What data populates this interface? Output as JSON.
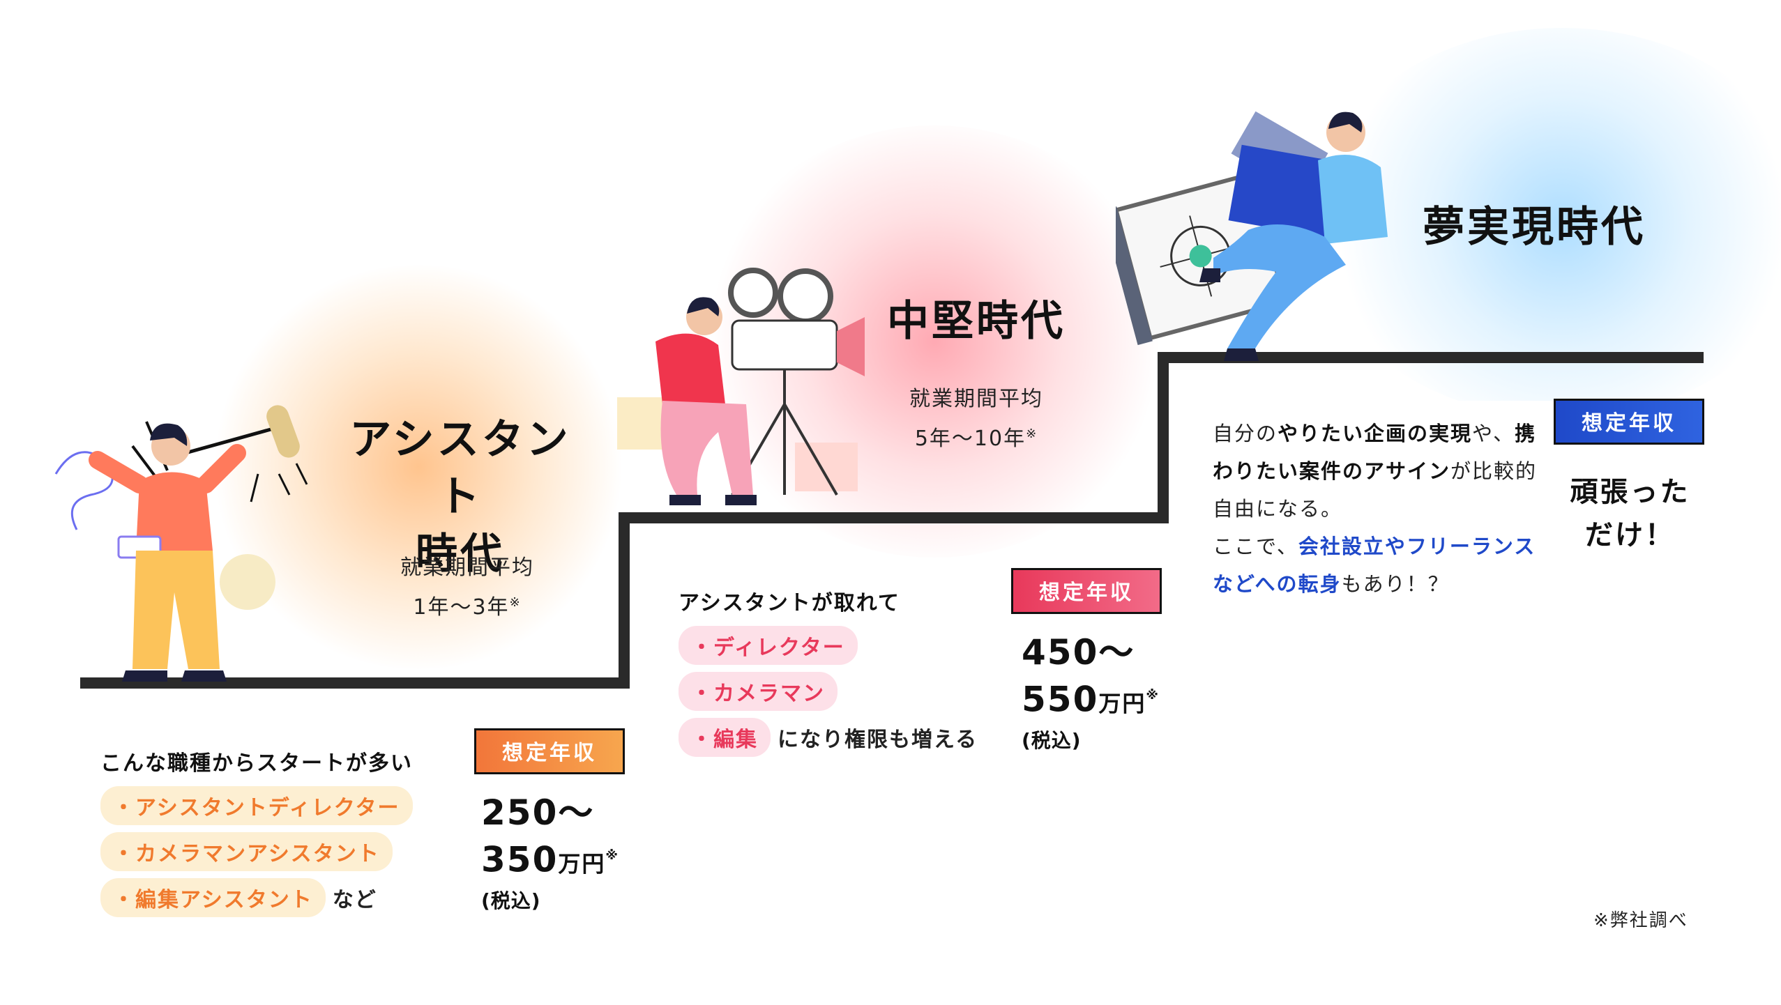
{
  "stages": [
    {
      "title": "アシスタント時代",
      "title_line1": "アシスタント",
      "title_line2": "時代",
      "period_label": "就業期間平均",
      "period_value": "1年〜3年",
      "note_mark": "※",
      "list_heading": "こんな職種からスタートが多い",
      "roles": [
        "・アシスタントディレクター",
        "・カメラマンアシスタント",
        "・編集アシスタント"
      ],
      "roles_suffix": "など",
      "salary_badge": "想定年収",
      "salary_line1": "250〜",
      "salary_line2_num": "350",
      "salary_unit": "万円",
      "salary_tax": "(税込)",
      "accent": "#f07a2d"
    },
    {
      "title": "中堅時代",
      "period_label": "就業期間平均",
      "period_value": "5年〜10年",
      "note_mark": "※",
      "list_heading": "アシスタントが取れて",
      "roles": [
        "・ディレクター",
        "・カメラマン",
        "・編集"
      ],
      "roles_suffix": "になり権限も増える",
      "salary_badge": "想定年収",
      "salary_line1": "450〜",
      "salary_line2_num": "550",
      "salary_unit": "万円",
      "salary_tax": "(税込)",
      "accent": "#e8395b"
    },
    {
      "title": "夢実現時代",
      "desc_part1": "自分の",
      "desc_bold": "やりたい企画の実現",
      "desc_part2": "や、",
      "desc_bold2": "携わりたい案件のアサイン",
      "desc_part3": "が比較的自由になる。",
      "desc_part4": "ここで、",
      "desc_blue": "会社設立やフリーランスなどへの転身",
      "desc_part5": "もあり！？",
      "salary_badge": "想定年収",
      "result_line1": "頑張った",
      "result_line2": "だけ！",
      "accent": "#1f49c9"
    }
  ],
  "footnote": "※弊社調べ",
  "colors": {
    "orange_glow": "#ffd3a8",
    "pink_glow": "#ffc2c9",
    "blue_glow": "#cfe9ff",
    "stair_line": "#2a2a2a",
    "pill_orange_bg": "#fdefd2",
    "pill_pink_bg": "#fde0e8"
  }
}
